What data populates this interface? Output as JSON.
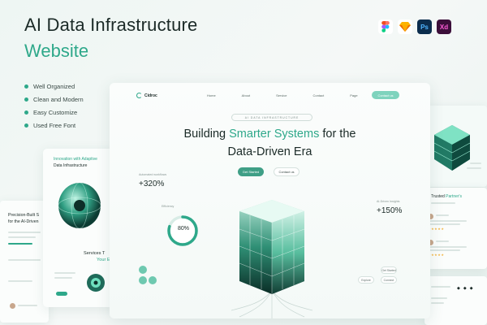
{
  "hero": {
    "title_line1": "AI Data Infrastructure",
    "title_line2": "Website"
  },
  "features": [
    "Well Organized",
    "Clean and Modern",
    "Easy Customize",
    "Used Free Font"
  ],
  "tools": [
    "Figma",
    "Sketch",
    "Ps",
    "Xd"
  ],
  "preview": {
    "logo": "Cidroc",
    "nav": [
      "Home",
      "About",
      "Service",
      "Contact",
      "Page"
    ],
    "nav_cta": "Contact us",
    "eyebrow": "AI DATA INFRASTRUCTURE",
    "headline_line1_pre": "Building ",
    "headline_accent": "Smarter Systems",
    "headline_line1_post": " for the",
    "headline_line2": "Data-Driven Era",
    "cta_primary": "Get Started",
    "cta_secondary": "Contact us",
    "stat_left_label": "Automated workflows",
    "stat_left": "+320%",
    "stat_right_label": "AI-Driven Insights",
    "stat_right": "+150%",
    "ring_label": "Efficiency",
    "ring_value": "80%",
    "ring_fraction": 0.8,
    "pill_1": "Get Started",
    "pill_2": "Explore",
    "pill_3": "Connect"
  },
  "card_left": {
    "headline_accent": "Innovation with Adaptive",
    "headline_rest": "Data Infrastructure",
    "services_1": "Services T",
    "services_2": "Your E"
  },
  "card_far_left": {
    "line1": "Precision-Built S",
    "line2": "for the AI-Driven"
  },
  "card_right": {
    "headline_pre": "Trusted ",
    "headline_accent": "Partner's"
  },
  "colors": {
    "accent": "#2ea88a",
    "dark": "#1b2a27",
    "background": "#eef6f3"
  }
}
